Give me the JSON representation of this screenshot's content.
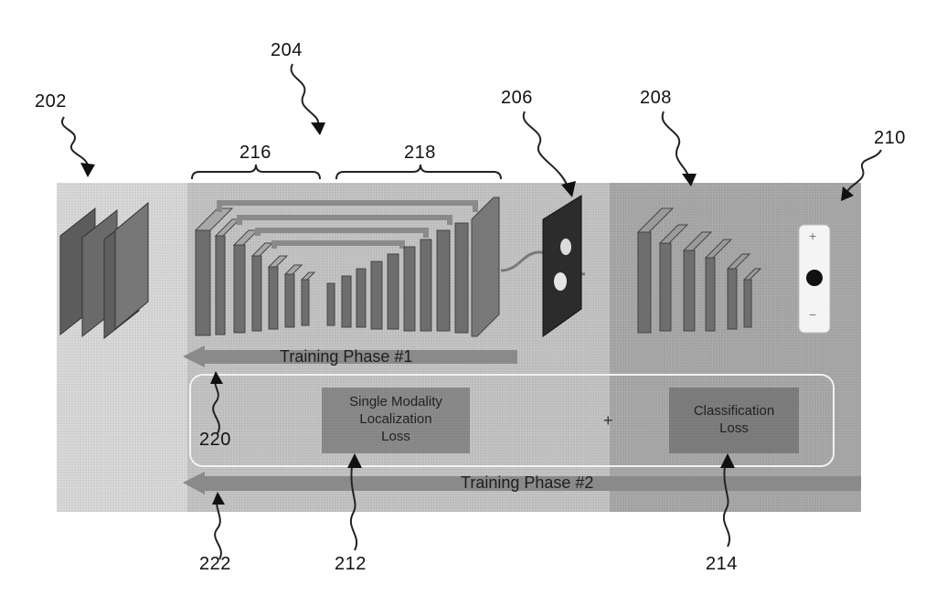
{
  "reference_numerals": {
    "r202": "202",
    "r204": "204",
    "r206": "206",
    "r208": "208",
    "r210": "210",
    "r212": "212",
    "r214": "214",
    "r216": "216",
    "r218": "218",
    "r220": "220",
    "r222": "222"
  },
  "phases": {
    "phase1": "Training Phase #1",
    "phase2": "Training Phase #2"
  },
  "losses": {
    "localization_line1": "Single Modality",
    "localization_line2": "Localization",
    "localization_line3": "Loss",
    "classification_line1": "Classification",
    "classification_line2": "Loss",
    "plus": "+"
  },
  "output_panel": {
    "plus_symbol": "+",
    "minus_symbol": "−"
  },
  "colors": {
    "panel_light": "#d4d4d4",
    "panel_mid": "#c2c2c2",
    "panel_dark": "#a8a8a8",
    "arrow": "#8c8c8c",
    "loss_box": "#7a7a7a",
    "layer_face": "#6f6f6f",
    "layer_top": "#b0b0b0"
  }
}
